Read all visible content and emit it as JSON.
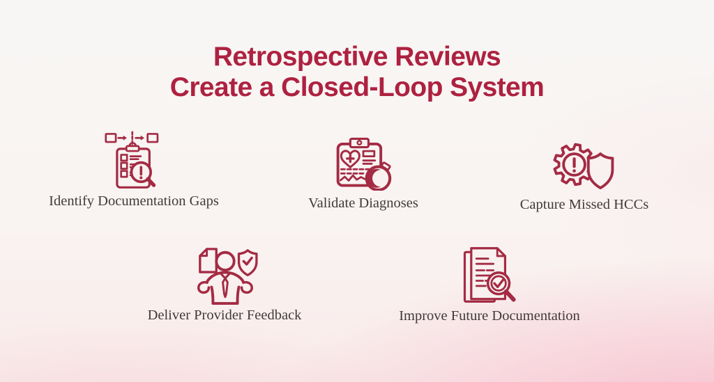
{
  "title": {
    "line1": "Retrospective Reviews",
    "line2": "Create a Closed-Loop System"
  },
  "items": [
    {
      "label": "Identify Documentation Gaps",
      "icon": "workflow-clipboard-search-icon"
    },
    {
      "label": "Validate Diagnoses",
      "icon": "medical-chart-stopwatch-icon"
    },
    {
      "label": "Capture Missed HCCs",
      "icon": "gear-alert-shield-icon"
    },
    {
      "label": "Deliver Provider Feedback",
      "icon": "provider-person-document-shield-icon"
    },
    {
      "label": "Improve Future Documentation",
      "icon": "documents-magnifier-check-icon"
    }
  ],
  "colors": {
    "title_color": "#AE2140",
    "icon_stroke": "#A42B44",
    "label_color": "#403A39",
    "background_top": "#F8F6F4",
    "background_bottom": "#F9EBEA",
    "background_corner_pink": "#F49EB9"
  }
}
